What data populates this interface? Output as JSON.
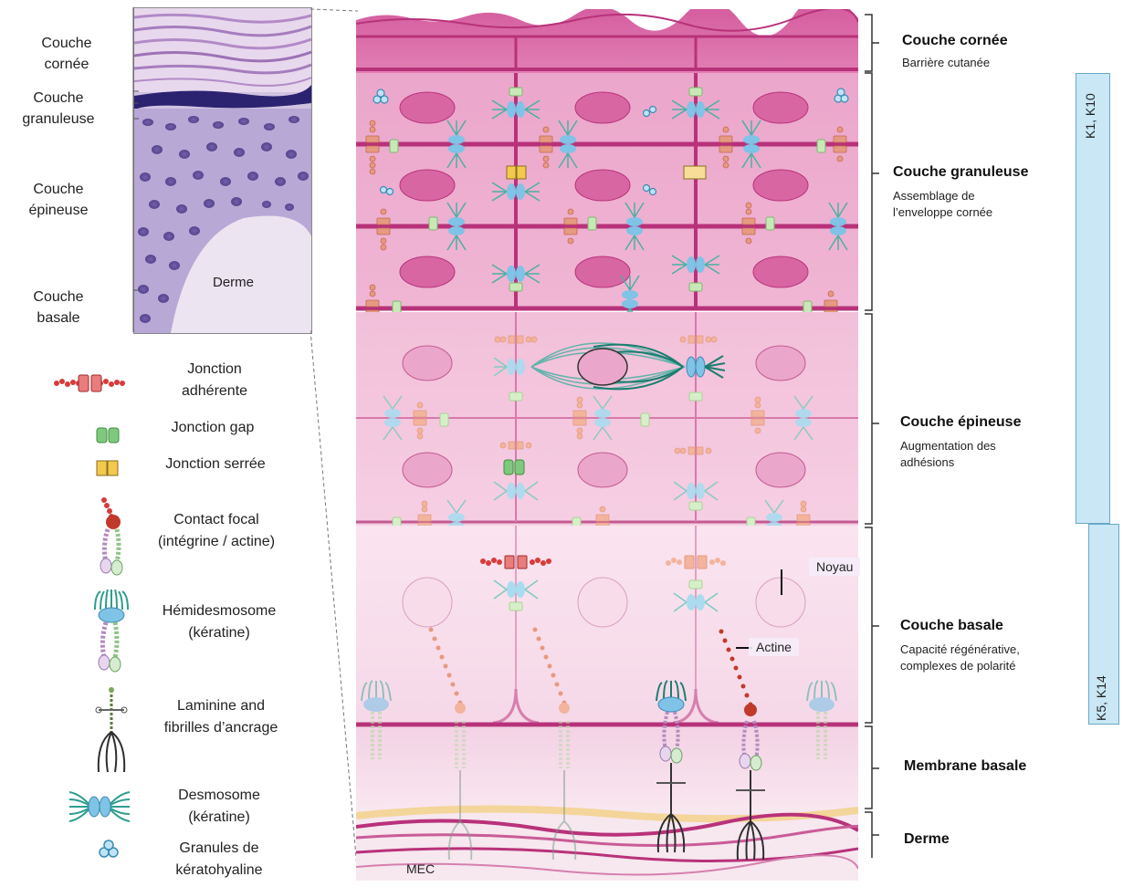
{
  "histology": {
    "labels": {
      "corneum": "Couche\ncornée",
      "granulosum": "Couche\ngranuleuse",
      "spinosum": "Couche\népineuse",
      "basale": "Couche\nbasale",
      "derme": "Derme"
    }
  },
  "legend": {
    "items": [
      {
        "icon": "adherens-junction-icon",
        "label": "Jonction\nadhérente"
      },
      {
        "icon": "gap-junction-icon",
        "label": "Jonction gap"
      },
      {
        "icon": "tight-junction-icon",
        "label": "Jonction serrée"
      },
      {
        "icon": "focal-contact-icon",
        "label": "Contact focal\n(intégrine / actine)"
      },
      {
        "icon": "hemidesmosome-icon",
        "label": "Hémidesmosome\n(kératine)"
      },
      {
        "icon": "laminin-fibrils-icon",
        "label": "Laminine and\nfibrilles d’ancrage"
      },
      {
        "icon": "desmosome-icon",
        "label": "Desmosome\n(kératine)"
      },
      {
        "icon": "keratohyalin-granules-icon",
        "label": "Granules de\nkératohyaline"
      }
    ]
  },
  "diagram": {
    "callouts": {
      "noyau": "Noyau",
      "actine": "Actine",
      "mec": "MEC"
    }
  },
  "layers": [
    {
      "title": "Couche cornée",
      "subtitle": "Barrière cutanée"
    },
    {
      "title": "Couche granuleuse",
      "subtitle": "Assemblage de\nl’enveloppe cornée"
    },
    {
      "title": "Couche épineuse",
      "subtitle": "Augmentation des\nadhésions"
    },
    {
      "title": "Couche basale",
      "subtitle": "Capacité régénérative,\ncomplexes de polarité"
    },
    {
      "title": "Membrane basale",
      "subtitle": ""
    },
    {
      "title": "Derme",
      "subtitle": ""
    }
  ],
  "keratins": [
    {
      "label": "K1, K10"
    },
    {
      "label": "K5, K14"
    }
  ],
  "colors": {
    "cell_dark": "#e89fc6",
    "cell_mid": "#f2bfd9",
    "cell_light": "#f8dcea",
    "membrane": "#b8327a",
    "desmosome": "#4bb0a3",
    "adherens": "#e59a82",
    "gap": "#c9e8b8",
    "tight": "#f5d27a",
    "keratin_bar": "#c9e7f5"
  }
}
